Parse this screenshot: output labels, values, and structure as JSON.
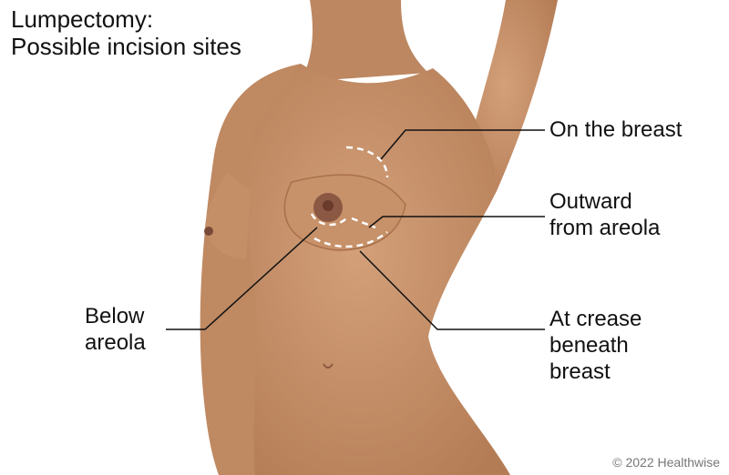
{
  "title": {
    "line1": "Lumpectomy:",
    "line2": "Possible incision sites"
  },
  "labels": {
    "on_breast": "On the breast",
    "outward_line1": "Outward",
    "outward_line2": "from areola",
    "below_line1": "Below",
    "below_line2": "areola",
    "crease_line1": "At crease",
    "crease_line2": "beneath",
    "crease_line3": "breast"
  },
  "copyright": "© 2022 Healthwise",
  "colors": {
    "skin": "#c9946c",
    "skin_shadow": "#a9714b",
    "areola": "#7a4a38",
    "line": "#111111"
  }
}
